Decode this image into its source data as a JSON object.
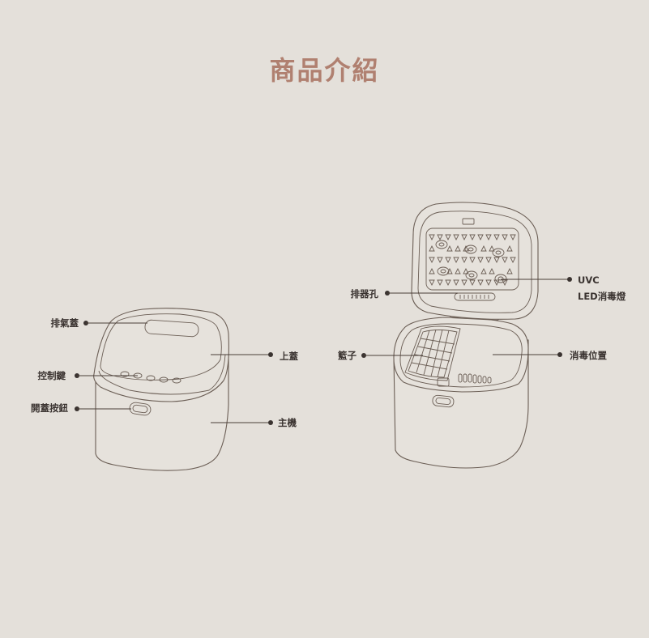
{
  "title": "商品介紹",
  "labels": {
    "exhaust_cover": "排氣蓋",
    "control_keys": "控制鍵",
    "lid_button": "開蓋按鈕",
    "top_lid": "上蓋",
    "main_unit": "主機",
    "exhaust_hole": "排器孔",
    "uvc_line1": "UVC",
    "uvc_line2": "LED消毒燈",
    "basket": "籃子",
    "sterilize_position": "消毒位置"
  }
}
